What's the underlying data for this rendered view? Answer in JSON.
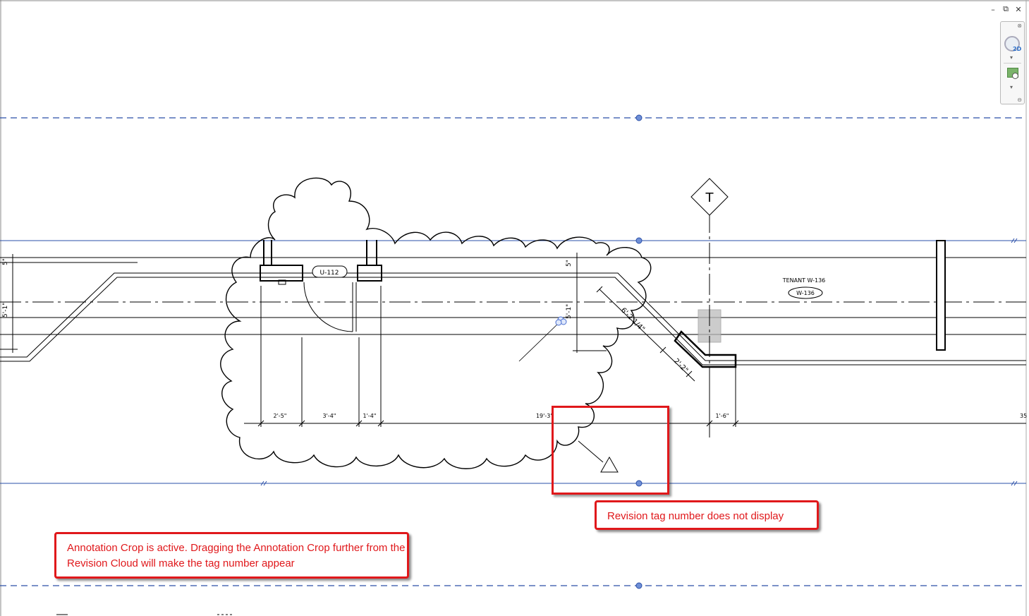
{
  "window": {
    "minimize_icon": "minimize-icon",
    "restore_icon": "restore-icon",
    "close_icon": "close-icon",
    "minimize_glyph": "–",
    "restore_glyph": "⧉",
    "close_glyph": "✕"
  },
  "navigation_bar": {
    "close_glyph": "⊗",
    "badge": "2D",
    "dropdown_glyph": "▾",
    "bottom_glyph": "⊖"
  },
  "drawing": {
    "room_tag_u112": "U-112",
    "tenant_label": "TENANT W-136",
    "room_tag_w136": "W-136",
    "grid_marker": "T",
    "dimensions": {
      "d_2_5": "2'-5\"",
      "d_3_4": "3'-4\"",
      "d_1_4": "1'-4\"",
      "d_19_3": "19'-3\"",
      "d_1_6": "1'-6\"",
      "d_35": "35",
      "d_6_2_1_4": "6'-2 1/4\"",
      "d_2_2": "2'-2\"",
      "d_5_1_left": "5'-1\"",
      "d_5_1_right": "5'-1\"",
      "d_5_left": "5\"",
      "d_5_right": "5\""
    },
    "colors": {
      "crop_boundary": "#2a4fa8",
      "grip": "#6f8fd6",
      "annotation_red": "#e0181b"
    }
  },
  "callouts": {
    "revision_tag": "Revision tag number does not display",
    "annotation_crop": "Annotation Crop is active. Dragging the Annotation Crop further from the Revision Cloud will make the tag number appear"
  }
}
